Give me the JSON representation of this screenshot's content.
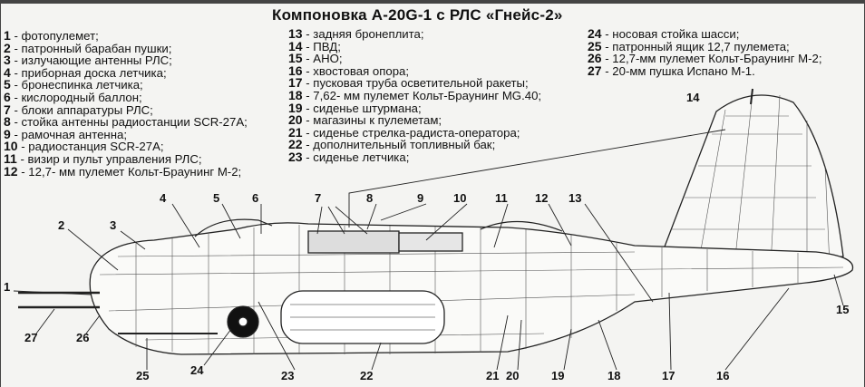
{
  "title": "Компоновка  А-20G-1 с РЛС «Гнейс-2»",
  "legend": [
    {
      "n": "1",
      "t": " - фотопулемет;"
    },
    {
      "n": "2",
      "t": " - патронный барабан пушки;"
    },
    {
      "n": "3",
      "t": " - излучающие антенны РЛС;"
    },
    {
      "n": "4",
      "t": " - приборная доска летчика;"
    },
    {
      "n": "5",
      "t": " - бронеспинка летчика;"
    },
    {
      "n": "6",
      "t": " - кислородный баллон;"
    },
    {
      "n": "7",
      "t": " - блоки аппаратуры РЛС;"
    },
    {
      "n": "8",
      "t": " - стойка антенны радиостанции SCR-27A;"
    },
    {
      "n": "9",
      "t": " - рамочная антенна;"
    },
    {
      "n": "10",
      "t": " - радиостанция SCR-27A;"
    },
    {
      "n": "11",
      "t": " - визир и пульт управления РЛС;"
    },
    {
      "n": "12",
      "t": " - 12,7- мм пулемет Кольт-Браунинг М-2;"
    },
    {
      "n": "13",
      "t": " - задняя бронеплита;"
    },
    {
      "n": "14",
      "t": " - ПВД;"
    },
    {
      "n": "15",
      "t": " - АНО;"
    },
    {
      "n": "16",
      "t": " - хвостовая опора;"
    },
    {
      "n": "17",
      "t": " - пусковая труба осветительной ракеты;"
    },
    {
      "n": "18",
      "t": " - 7,62- мм пулемет Кольт-Браунинг MG.40;"
    },
    {
      "n": "19",
      "t": " - сиденье штурмана;"
    },
    {
      "n": "20",
      "t": " - магазины к пулеметам;"
    },
    {
      "n": "21",
      "t": " - сиденье стрелка-радиста-оператора;"
    },
    {
      "n": "22",
      "t": " - дополнительный топливный бак;"
    },
    {
      "n": "23",
      "t": " - сиденье летчика;"
    },
    {
      "n": "24",
      "t": " - носовая стойка шасси;"
    },
    {
      "n": "25",
      "t": " - патронный ящик 12,7 пулемета;"
    },
    {
      "n": "26",
      "t": " - 12,7-мм пулемет Кольт-Браунинг М-2;"
    },
    {
      "n": "27",
      "t": " - 20-мм пушка Испано М-1."
    }
  ],
  "callouts": [
    "1",
    "2",
    "3",
    "4",
    "5",
    "6",
    "7",
    "8",
    "9",
    "10",
    "11",
    "12",
    "13",
    "14",
    "15",
    "16",
    "17",
    "18",
    "19",
    "20",
    "21",
    "22",
    "23",
    "24",
    "25",
    "26",
    "27"
  ]
}
